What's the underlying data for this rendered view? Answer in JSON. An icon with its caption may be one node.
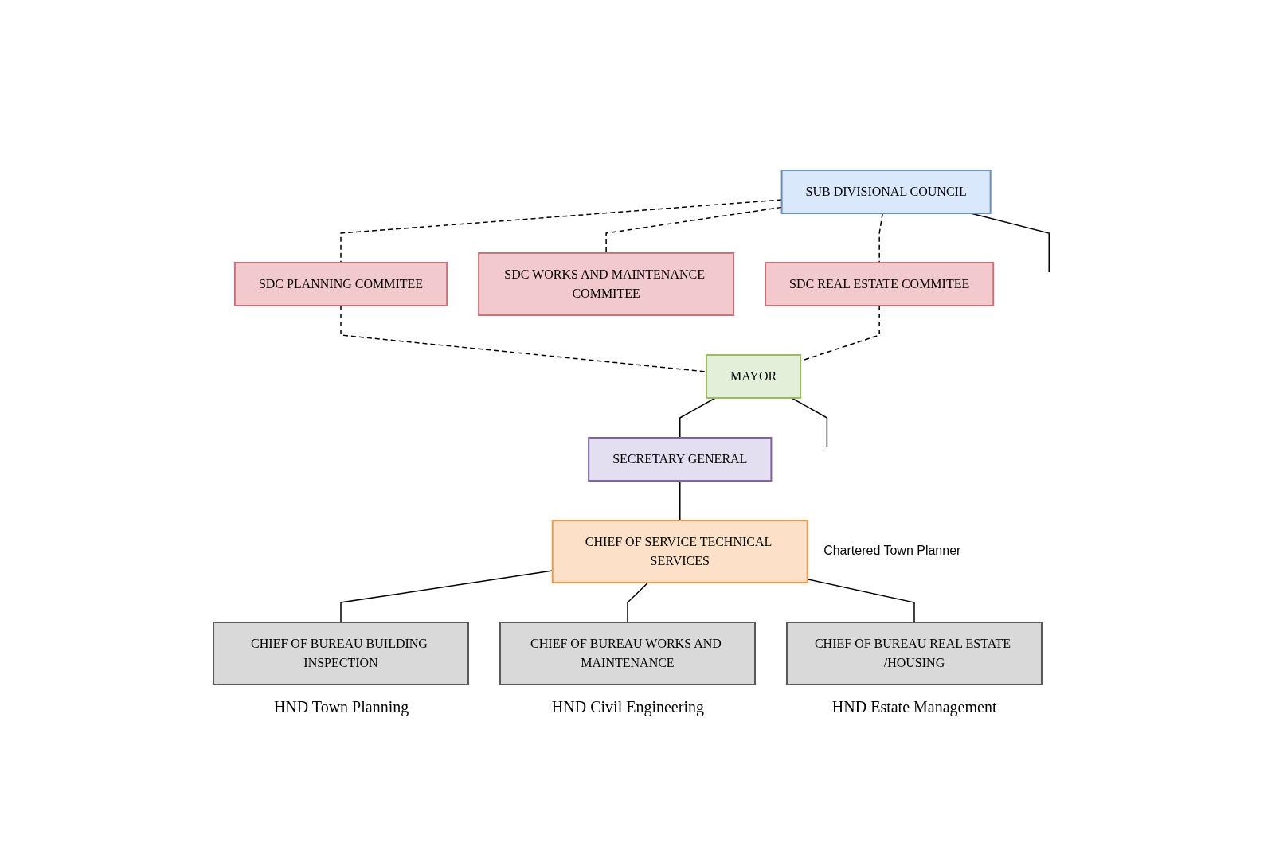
{
  "diagram": {
    "nodes": [
      {
        "text": [
          "SUB DIVISIONAL COUNCIL"
        ]
      },
      {
        "text": [
          "SDC PLANNING COMMITEE"
        ]
      },
      {
        "text": [
          "SDC WORKS AND MAINTENANCE COMMITEE"
        ]
      },
      {
        "text": [
          "SDC REAL ESTATE COMMITEE"
        ]
      },
      {
        "text": [
          "MAYOR"
        ]
      },
      {
        "text": [
          "SECRETARY GENERAL"
        ]
      },
      {
        "text": [
          "CHIEF OF SERVICE TECHNICAL SERVICES"
        ],
        "beside": [
          "Chartered Town Planner"
        ]
      },
      {
        "text": [
          "CHIEF OF BUREAU BUILDING INSPECTION"
        ],
        "beside": [
          "HND Town Planning"
        ]
      },
      {
        "text": [
          "CHIEF OF BUREAU WORKS AND MAINTENANCE"
        ],
        "beside": [
          "HND Civil Engineering"
        ]
      },
      {
        "text": [
          "CHIEF OF BUREAU REAL ESTATE /HOUSING"
        ],
        "beside": [
          "HND Estate Management"
        ]
      }
    ],
    "edges": [
      {
        "from": 0,
        "to": 1,
        "arrow": "none",
        "style": "dashed"
      },
      {
        "from": 0,
        "to": 2,
        "arrow": "none",
        "style": "dashed"
      },
      {
        "from": 0,
        "to": 3,
        "arrow": "none",
        "style": "dashed"
      },
      {
        "from": 1,
        "to": 4,
        "arrow": "none",
        "style": "dashed"
      },
      {
        "from": 3,
        "to": 4,
        "arrow": "none",
        "style": "dashed"
      },
      {
        "from": 0,
        "to": null,
        "arrow": "none"
      },
      {
        "from": 4,
        "to": null,
        "arrow": "none"
      },
      {
        "from": 4,
        "to": 5,
        "arrow": "none"
      },
      {
        "from": 5,
        "to": 6,
        "arrow": "none"
      },
      {
        "from": 6,
        "to": 7,
        "arrow": "none"
      },
      {
        "from": 6,
        "to": 8,
        "arrow": "none"
      },
      {
        "from": 6,
        "to": 9,
        "arrow": "none"
      }
    ]
  }
}
